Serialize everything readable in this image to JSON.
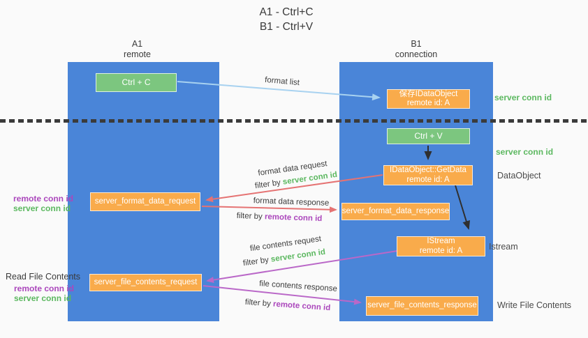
{
  "title": {
    "line1": "A1 - Ctrl+C",
    "line2": "B1 - Ctrl+V"
  },
  "lifelines": {
    "left": {
      "name": "A1",
      "role": "remote"
    },
    "right": {
      "name": "B1",
      "role": "connection"
    }
  },
  "nodes": {
    "ctrl_c": {
      "label": "Ctrl + C"
    },
    "ctrl_v": {
      "label": "Ctrl + V"
    },
    "save_idataobject": {
      "line1": "保存IDataObject",
      "line2": "remote id: A"
    },
    "getdata": {
      "line1": "IDataObject::GetData",
      "line2": "remote id: A"
    },
    "istream": {
      "line1": "IStream",
      "line2": "remote id: A"
    },
    "format_request": {
      "label": "server_format_data_request"
    },
    "format_response": {
      "label": "server_format_data_response"
    },
    "file_request": {
      "label": "server_file_contents_request"
    },
    "file_response": {
      "label": "server_file_contents_response"
    }
  },
  "messages": {
    "format_list": {
      "label": "format list"
    },
    "format_data_request": {
      "label": "format data request",
      "filter_prefix": "filter by ",
      "filter_key": "server conn id"
    },
    "format_data_response": {
      "label": "format data response",
      "filter_prefix": "filter by ",
      "filter_key": "remote conn id"
    },
    "file_contents_request": {
      "label": "file contents request",
      "filter_prefix": "filter by ",
      "filter_key": "server conn id"
    },
    "file_contents_response": {
      "label": "file contents response",
      "filter_prefix": "filter by ",
      "filter_key": "remote conn id"
    }
  },
  "annotations": {
    "server_conn_id_top": "server conn id",
    "server_conn_id_mid": "server conn id",
    "dataobject": "DataObject",
    "istream": "Istream",
    "write_file_contents": "Write File Contents",
    "read_file_contents": "Read File Contents",
    "left_mid": {
      "remote": "remote conn id",
      "server": "server conn id"
    },
    "left_bottom": {
      "remote": "remote conn id",
      "server": "server conn id"
    }
  },
  "colors": {
    "lifeline_blue": "#4a85d8",
    "node_green": "#7cc67f",
    "node_orange": "#f9ab4b",
    "arrow_light_blue": "#a8d2f0",
    "arrow_red": "#e57373",
    "arrow_magenta": "#ba68c8",
    "arrow_black": "#2f2f2f",
    "text_green": "#5cb860",
    "text_purple": "#ab47bc",
    "background": "#fafafa"
  }
}
